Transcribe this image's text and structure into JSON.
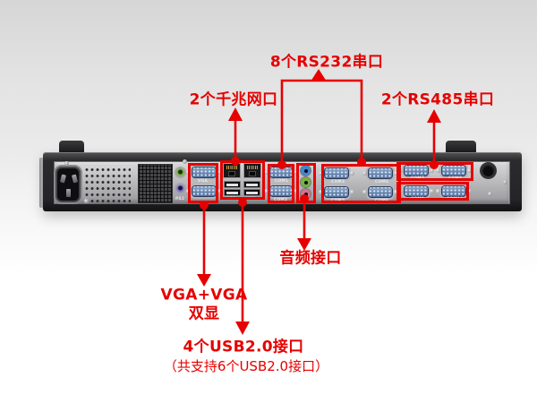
{
  "colors": {
    "annotation_red": "#e60000"
  },
  "callouts": {
    "rs232": "8个RS232串口",
    "lan": "2个千兆网口",
    "rs485": "2个RS485串口",
    "audio": "音频接口",
    "vga_line1": "VGA+VGA",
    "vga_line2": "双显",
    "usb": "4个USB2.0接口",
    "usb_note": "（共支持6个USB2.0接口）"
  },
  "port_labels": {
    "ps2": "PS2",
    "vga": "VGA",
    "usb_a": "USB",
    "usb_b": "USB",
    "com1": "COM1",
    "com2": "COM2",
    "com3": "COM3",
    "com4": "COM4",
    "com5": "COM5",
    "com6": "COM6",
    "com7": "COM7",
    "com8": "COM8",
    "com9": "COM9",
    "com10": "COM10"
  }
}
